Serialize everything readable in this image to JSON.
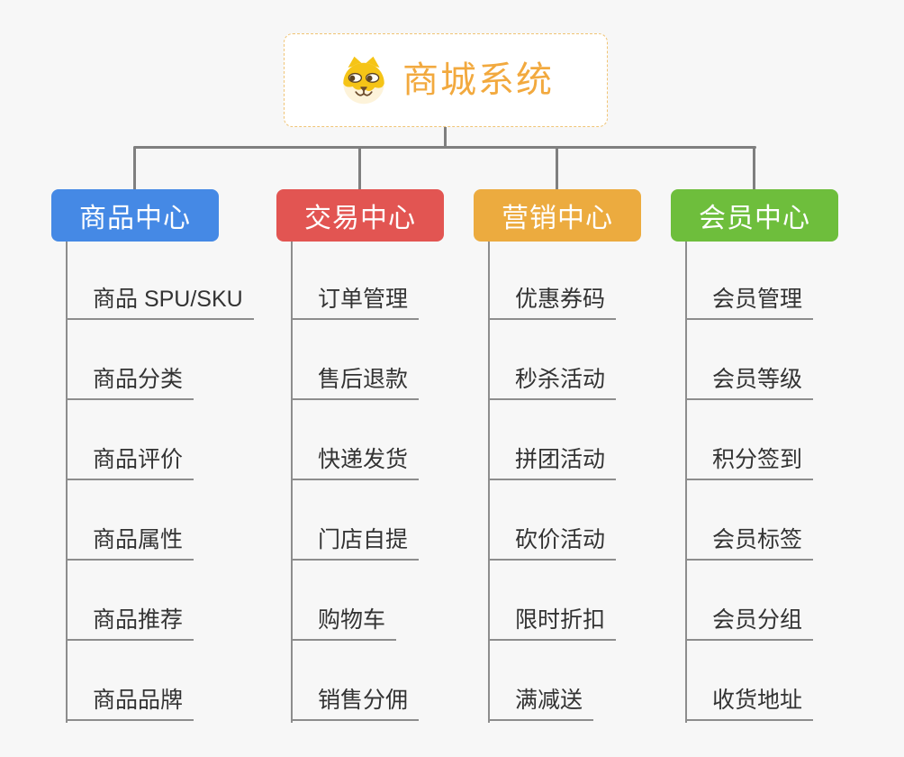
{
  "root": {
    "title": "商城系统",
    "title_color": "#f2a93e",
    "border_color": "#f0c475",
    "icon": "dog-face-icon"
  },
  "connector_color": "#7f7f7f",
  "branches": [
    {
      "label": "商品中心",
      "color": "#4589e5",
      "items": [
        "商品 SPU/SKU",
        "商品分类",
        "商品评价",
        "商品属性",
        "商品推荐",
        "商品品牌"
      ]
    },
    {
      "label": "交易中心",
      "color": "#e25552",
      "items": [
        "订单管理",
        "售后退款",
        "快递发货",
        "门店自提",
        "购物车",
        "销售分佣"
      ]
    },
    {
      "label": "营销中心",
      "color": "#ecab3f",
      "items": [
        "优惠券码",
        "秒杀活动",
        "拼团活动",
        "砍价活动",
        "限时折扣",
        "满减送"
      ]
    },
    {
      "label": "会员中心",
      "color": "#6ebe3c",
      "items": [
        "会员管理",
        "会员等级",
        "积分签到",
        "会员标签",
        "会员分组",
        "收货地址"
      ]
    }
  ]
}
